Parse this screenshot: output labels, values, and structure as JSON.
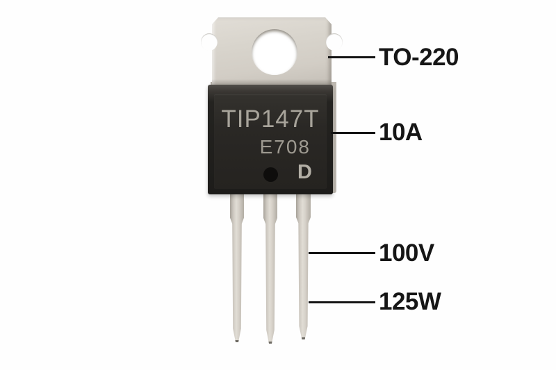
{
  "figure": {
    "markings": {
      "part_number": "TIP147T",
      "date_code": "E708",
      "suffix": "D"
    }
  },
  "annotations": [
    {
      "name": "package-type",
      "label": "TO-220"
    },
    {
      "name": "max-current",
      "label": "10A"
    },
    {
      "name": "max-voltage",
      "label": "100V"
    },
    {
      "name": "max-power",
      "label": "125W"
    }
  ],
  "colors": {
    "background": "#ffffff",
    "metal_tab": "#d8d4cc",
    "package_body": "#242320",
    "marking_text": "#a8a49b",
    "annotation_text": "#161616",
    "leader_line": "#141414"
  }
}
